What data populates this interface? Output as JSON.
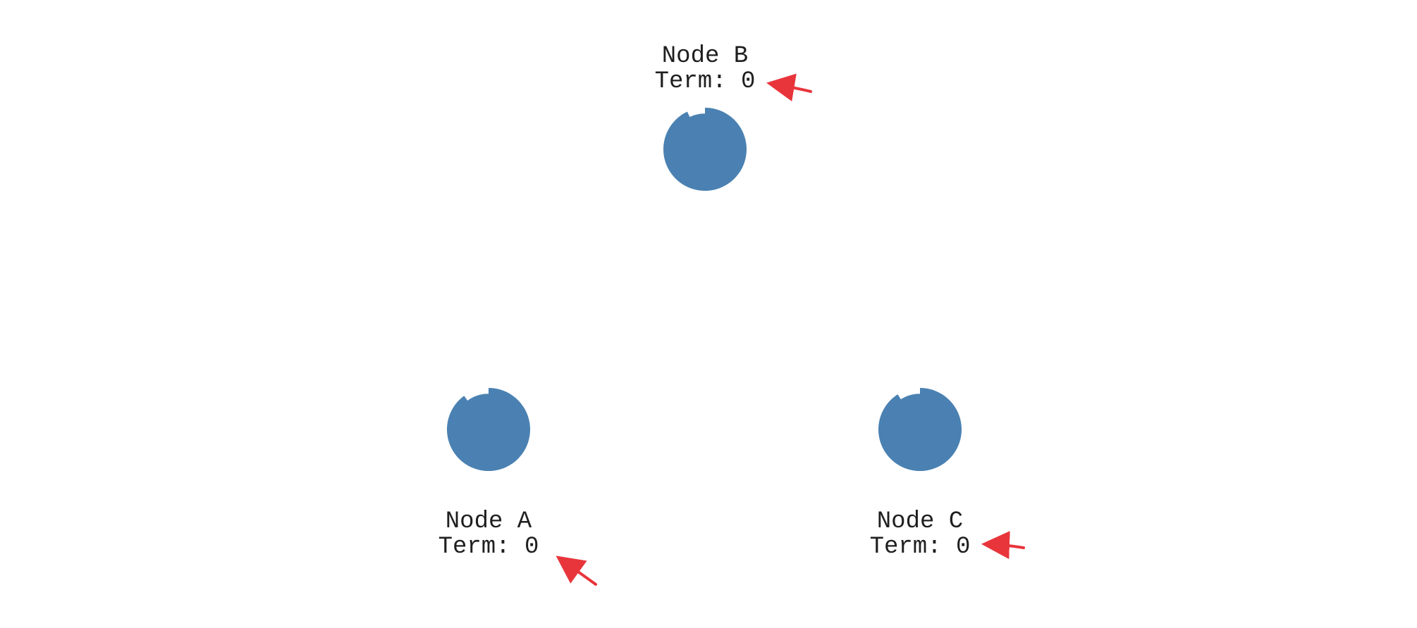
{
  "colors": {
    "node_fill": "#4a81b2",
    "arrow": "#e8353b",
    "background": "#ffffff",
    "text": "#1f1f1f"
  },
  "nodes": [
    {
      "id": "A",
      "title": "Node A",
      "term_label": "Term: 0",
      "term": 0,
      "timeout_progress": 0.9
    },
    {
      "id": "B",
      "title": "Node B",
      "term_label": "Term: 0",
      "term": 0,
      "timeout_progress": 0.93
    },
    {
      "id": "C",
      "title": "Node C",
      "term_label": "Term: 0",
      "term": 0,
      "timeout_progress": 0.91
    }
  ],
  "annotations": [
    {
      "icon": "arrow-icon",
      "points_to": "B.term"
    },
    {
      "icon": "arrow-icon",
      "points_to": "A.term"
    },
    {
      "icon": "arrow-icon",
      "points_to": "C.term"
    }
  ]
}
